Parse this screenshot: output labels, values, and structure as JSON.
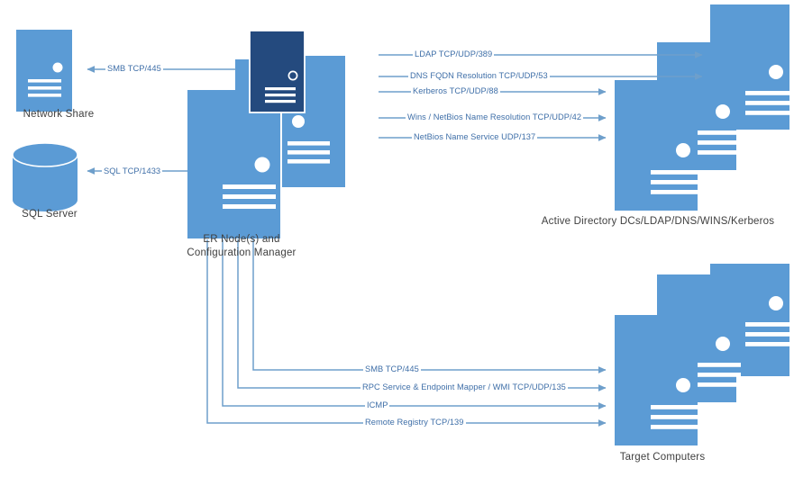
{
  "diagram": {
    "title": "Enterprise Reporter network ports diagram",
    "colors": {
      "server_light": "#5B9BD5",
      "server_dark": "#244A7E",
      "connector": "#6E9FCB",
      "label_text": "#3f3f3f",
      "edge_text": "#3f6fa8",
      "canvas": "#ffffff"
    },
    "nodes": [
      {
        "id": "network-share",
        "label": "Network Share",
        "icon": "server-icon",
        "style": "single-light"
      },
      {
        "id": "sql-server",
        "label": "SQL Server",
        "icon": "database-cylinder-icon",
        "style": "cylinder"
      },
      {
        "id": "er-nodes",
        "label": "ER Node(s) and\nConfiguration Manager",
        "icon": "server-stack-icon",
        "style": "stack-with-dark"
      },
      {
        "id": "active-directory",
        "label": "Active Directory DCs/LDAP/DNS/WINS/Kerberos",
        "icon": "server-stack-icon",
        "style": "stack-three-light"
      },
      {
        "id": "target-computers",
        "label": "Target Computers",
        "icon": "server-stack-icon",
        "style": "stack-three-light"
      }
    ],
    "connections_left": [
      {
        "id": "smb-share",
        "label": "SMB TCP/445",
        "from": "er-nodes",
        "to": "network-share",
        "direction": "left"
      },
      {
        "id": "sql-1433",
        "label": "SQL TCP/1433",
        "from": "er-nodes",
        "to": "sql-server",
        "direction": "left"
      }
    ],
    "connections_ad": [
      {
        "id": "ldap",
        "label": "LDAP TCP/UDP/389",
        "from": "er-nodes",
        "to": "active-directory",
        "direction": "right"
      },
      {
        "id": "dns",
        "label": "DNS FQDN Resolution TCP/UDP/53",
        "from": "er-nodes",
        "to": "active-directory",
        "direction": "right"
      },
      {
        "id": "kerberos",
        "label": "Kerberos  TCP/UDP/88",
        "from": "er-nodes",
        "to": "active-directory",
        "direction": "right"
      },
      {
        "id": "wins",
        "label": "Wins / NetBios Name Resolution  TCP/UDP/42",
        "from": "er-nodes",
        "to": "active-directory",
        "direction": "right"
      },
      {
        "id": "netbios",
        "label": "NetBios Name Service  UDP/137",
        "from": "er-nodes",
        "to": "active-directory",
        "direction": "right"
      }
    ],
    "connections_targets": [
      {
        "id": "smb-target",
        "label": "SMB TCP/445",
        "from": "er-nodes",
        "to": "target-computers",
        "direction": "right"
      },
      {
        "id": "rpc-wmi",
        "label": "RPC Service & Endpoint Mapper / WMI TCP/UDP/135",
        "from": "er-nodes",
        "to": "target-computers",
        "direction": "right"
      },
      {
        "id": "icmp",
        "label": "ICMP",
        "from": "er-nodes",
        "to": "target-computers",
        "direction": "right"
      },
      {
        "id": "remote-registry",
        "label": "Remote Registry TCP/139",
        "from": "er-nodes",
        "to": "target-computers",
        "direction": "right"
      }
    ]
  }
}
